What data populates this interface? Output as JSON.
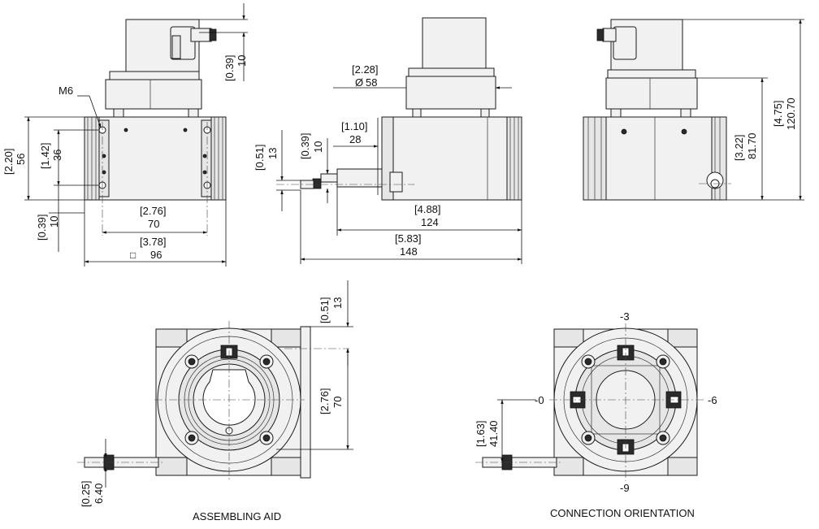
{
  "labels": {
    "thread": "M6",
    "assembling_aid": "ASSEMBLING AID",
    "connection_orientation": "CONNECTION ORIENTATION",
    "square_symbol": "□",
    "diameter_symbol": "Ø"
  },
  "front_view": {
    "h_10_in": "[0.39]",
    "h_10_mm": "10",
    "h_56_in": "[2.20]",
    "h_56_mm": "56",
    "h_36_in": "[1.42]",
    "h_36_mm": "36",
    "h_b10_in": "[0.39]",
    "h_b10_mm": "10",
    "w_70_in": "[2.76]",
    "w_70_mm": "70",
    "w_96_in": "[3.78]",
    "w_96_mm": "96"
  },
  "side_view": {
    "dia_in": "[2.28]",
    "dia_mm": "58",
    "d28_in": "[1.10]",
    "d28_mm": "28",
    "d13_in": "[0.51]",
    "d13_mm": "13",
    "d10_in": "[0.39]",
    "d10_mm": "10",
    "w124_in": "[4.88]",
    "w124_mm": "124",
    "w148_in": "[5.83]",
    "w148_mm": "148"
  },
  "right_view": {
    "h81_in": "[3.22]",
    "h81_mm": "81.70",
    "h120_in": "[4.75]",
    "h120_mm": "120.70"
  },
  "assembly_view": {
    "d13_in": "[0.51]",
    "d13_mm": "13",
    "d70_in": "[2.76]",
    "d70_mm": "70",
    "d6_in": "[0.25]",
    "d6_mm": "6.40"
  },
  "orientation_view": {
    "top": "-3",
    "left": "-0",
    "right": "-6",
    "bottom": "-9",
    "d41_in": "[1.63]",
    "d41_mm": "41.40"
  }
}
